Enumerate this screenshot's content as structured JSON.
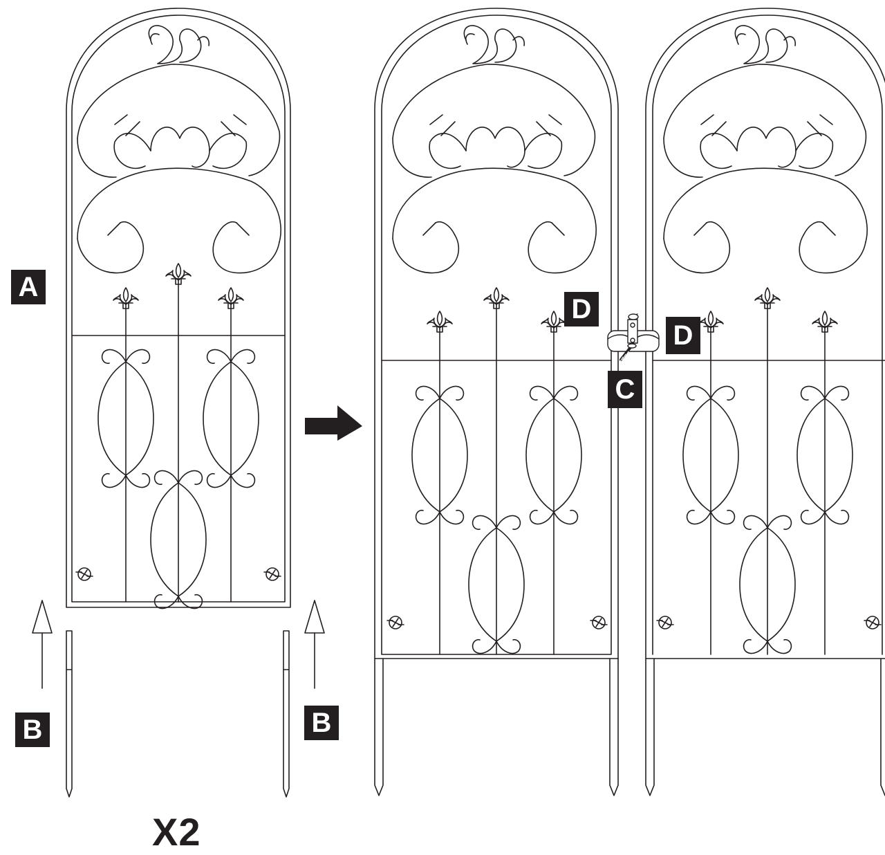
{
  "labels": {
    "a": "A",
    "b": "B",
    "c": "C",
    "d": "D"
  },
  "quantity": "X2",
  "colors": {
    "ink": "#231f20",
    "label_bg": "#231f20",
    "label_text": "#ffffff"
  }
}
